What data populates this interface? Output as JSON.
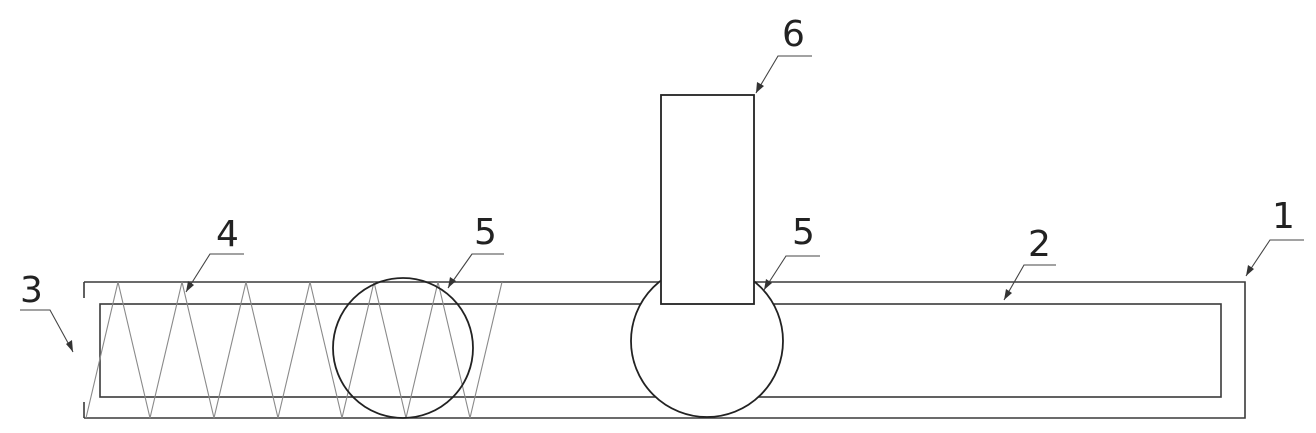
{
  "labels": {
    "l1": "1",
    "l2": "2",
    "l3": "3",
    "l4": "4",
    "l5a": "5",
    "l5b": "5",
    "l6": "6"
  },
  "colors": {
    "outline": "#3a3a3a",
    "spring": "#8a8a8a",
    "text": "#222222"
  }
}
